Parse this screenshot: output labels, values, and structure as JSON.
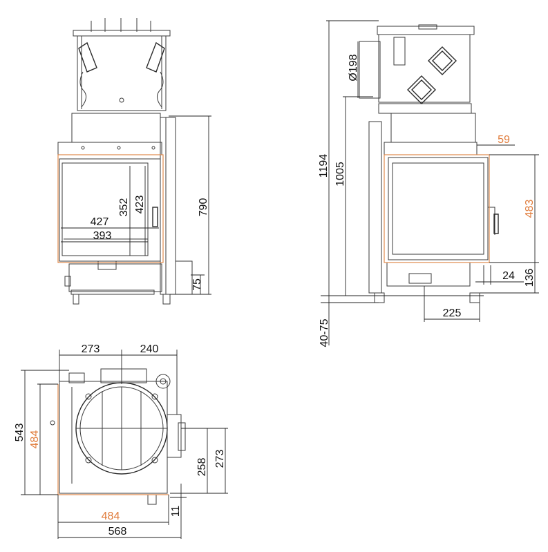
{
  "front_view": {
    "dim_height_total": "790",
    "dim_glass_height_outer": "423",
    "dim_glass_height_inner": "352",
    "dim_glass_width_outer": "427",
    "dim_glass_width_inner": "393",
    "dim_base_offset": "75"
  },
  "side_view": {
    "dim_flue_diameter": "Ø198",
    "dim_height_total": "1194",
    "dim_height_to_flue": "1005",
    "dim_legs": "40-75",
    "dim_top_offset": "59",
    "dim_door_height": "483",
    "dim_bottom_height": "136",
    "dim_foot_offset": "24",
    "dim_foot_spacing": "225"
  },
  "plan_view": {
    "dim_left_width": "273",
    "dim_right_width": "240",
    "dim_depth_total": "543",
    "dim_depth_inner": "484",
    "dim_side_offset": "258",
    "dim_side_total": "273",
    "dim_width_inner": "484",
    "dim_width_total": "568",
    "dim_front_offset": "11"
  },
  "colors": {
    "accent_orange": "#e07b3a",
    "line": "#3a3a3a"
  }
}
